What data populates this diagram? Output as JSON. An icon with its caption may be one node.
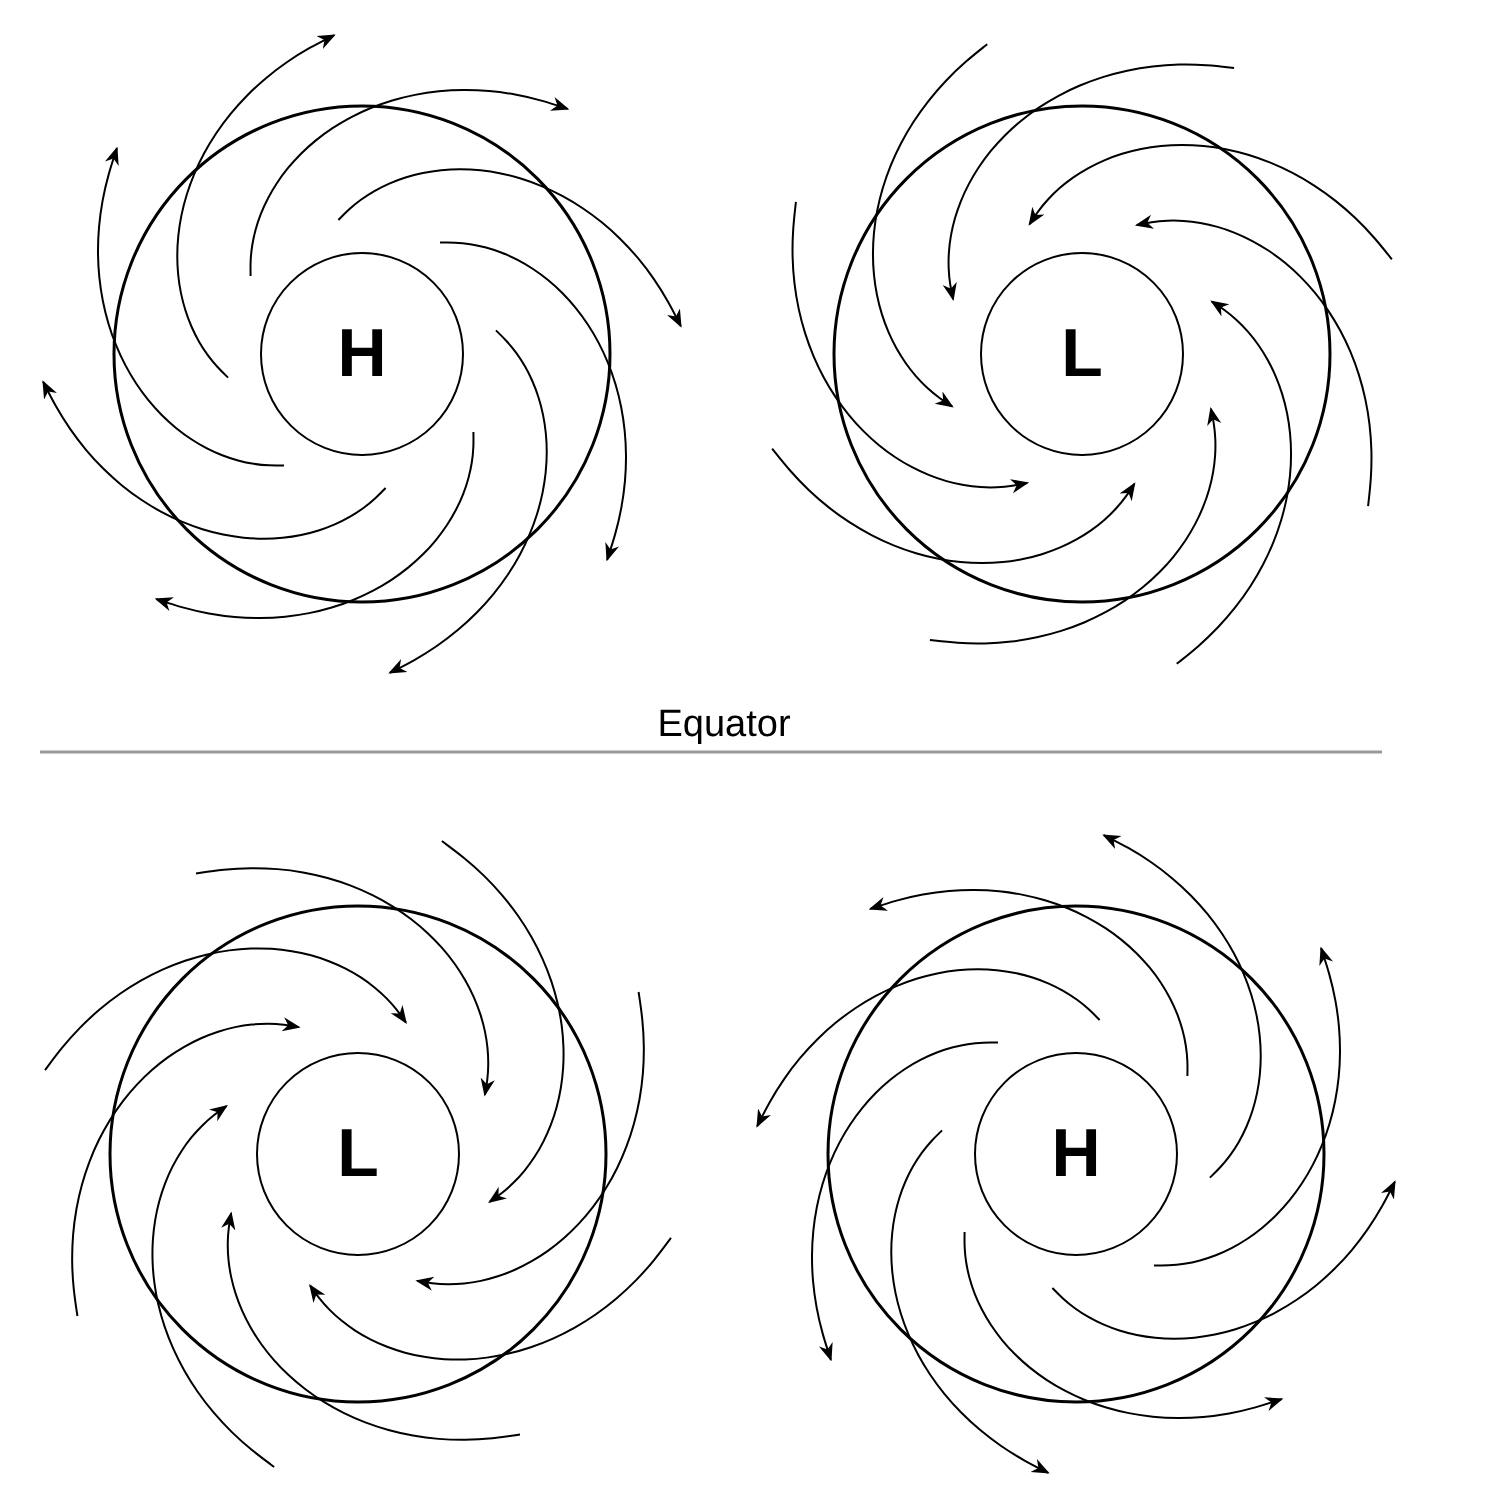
{
  "diagram": {
    "nodes": [
      {
        "text": [
          "H"
        ]
      },
      {
        "text": [
          "L"
        ]
      },
      {
        "text": [
          "L"
        ]
      },
      {
        "text": [
          "H"
        ]
      }
    ],
    "labels": [
      "Equator"
    ]
  }
}
